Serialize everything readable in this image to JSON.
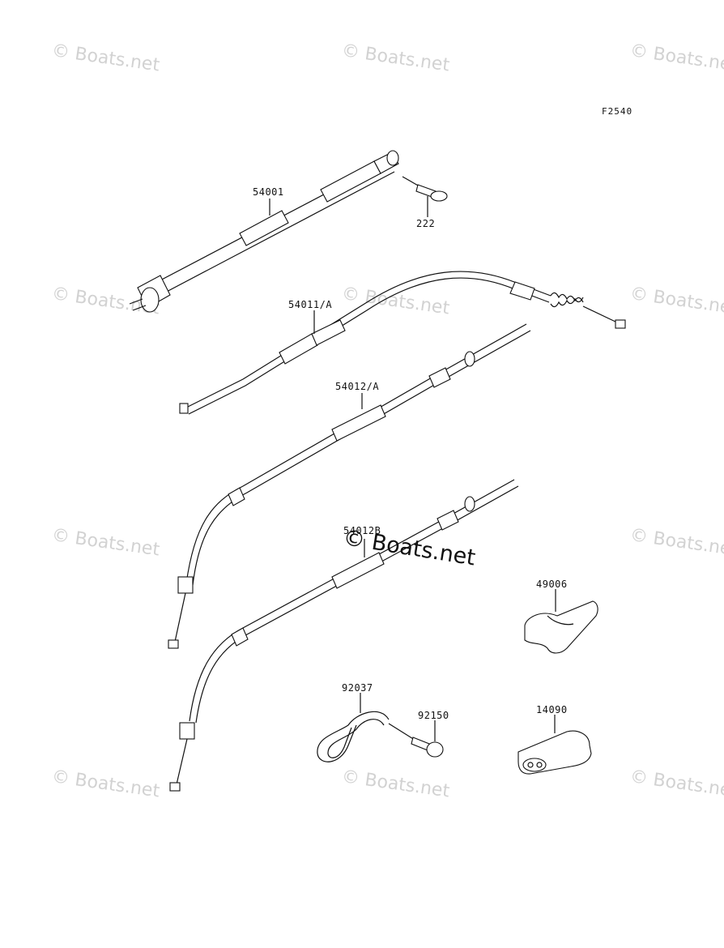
{
  "figure_ref": "F2540",
  "watermark": "© Boats.net",
  "parts": [
    {
      "id": "p54001",
      "number": "54001"
    },
    {
      "id": "p222",
      "number": "222"
    },
    {
      "id": "p54011",
      "number": "54011/A"
    },
    {
      "id": "p54012",
      "number": "54012/A"
    },
    {
      "id": "p54012b",
      "number": "54012B"
    },
    {
      "id": "p49006",
      "number": "49006"
    },
    {
      "id": "p92037",
      "number": "92037"
    },
    {
      "id": "p92150",
      "number": "92150"
    },
    {
      "id": "p14090",
      "number": "14090"
    }
  ]
}
